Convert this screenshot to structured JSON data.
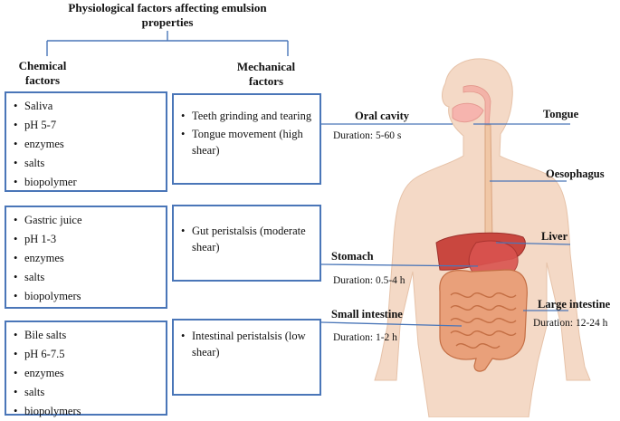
{
  "title": "Physiological factors affecting emulsion properties",
  "columns": {
    "chemical": "Chemical factors",
    "mechanical": "Mechanical factors"
  },
  "chemical_boxes": [
    {
      "items": [
        "Saliva",
        "pH 5-7",
        "enzymes",
        "salts",
        "biopolymer"
      ]
    },
    {
      "items": [
        "Gastric juice",
        "pH 1-3",
        "enzymes",
        "salts",
        "biopolymers"
      ]
    },
    {
      "items": [
        "Bile salts",
        "pH 6-7.5",
        "enzymes",
        "salts",
        "biopolymers"
      ]
    }
  ],
  "mechanical_boxes": [
    {
      "items": [
        "Teeth grinding and tearing",
        "Tongue movement (high shear)"
      ]
    },
    {
      "items": [
        "Gut peristalsis (moderate shear)"
      ]
    },
    {
      "items": [
        "Intestinal peristalsis (low shear)"
      ]
    }
  ],
  "organs": {
    "oral_cavity": {
      "label": "Oral cavity",
      "duration": "Duration: 5-60 s"
    },
    "stomach": {
      "label": "Stomach",
      "duration": "Duration: 0.5-4 h"
    },
    "small_intestine": {
      "label": "Small intestine",
      "duration": "Duration: 1-2 h"
    },
    "large_intestine": {
      "label": "Large intestine",
      "duration": "Duration: 12-24 h"
    },
    "tongue": {
      "label": "Tongue"
    },
    "oesophagus": {
      "label": "Oesophagus"
    },
    "liver": {
      "label": "Liver"
    }
  },
  "colors": {
    "box_border": "#4a76b8",
    "connector": "#4a76b8",
    "skin": "#f4d9c6",
    "stomach": "#d9534f",
    "liver": "#c9473f",
    "intestine": "#e9a07a"
  }
}
